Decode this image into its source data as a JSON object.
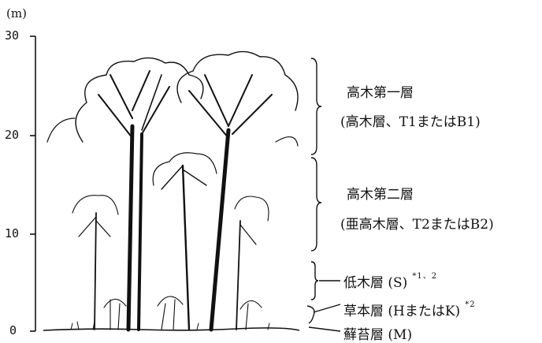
{
  "axis": {
    "unit": "(m)",
    "ticks": [
      "30",
      "20",
      "10",
      "0"
    ]
  },
  "layers": {
    "canopy1_title": "高木第一層",
    "canopy1_sub": "(高木層、T1またはB1)",
    "canopy2_title": "高木第二層",
    "canopy2_sub": "(亜高木層、T2またはB2)",
    "shrub": "低木層 (S)",
    "shrub_note": "*1、2",
    "herb": "草本層 (HまたはK)",
    "herb_note": "*2",
    "moss": "蘚苔層 (M)"
  },
  "colors": {
    "ink": "#111111"
  }
}
